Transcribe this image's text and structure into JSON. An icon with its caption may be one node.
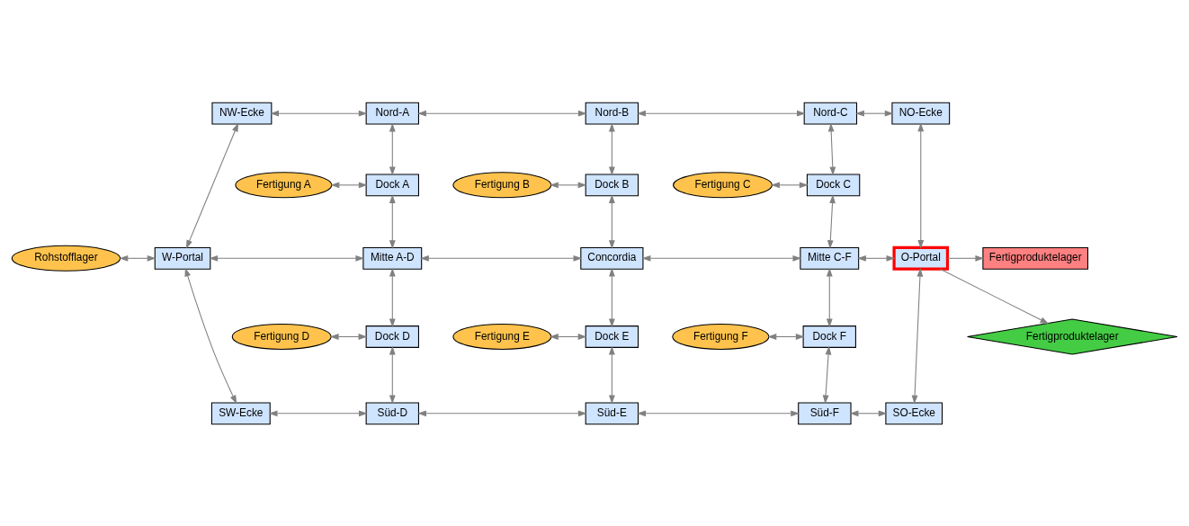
{
  "diagram": {
    "nodes": [
      {
        "text": [
          "NW-Ecke"
        ]
      },
      {
        "text": [
          "Nord-A"
        ]
      },
      {
        "text": [
          "Nord-B"
        ]
      },
      {
        "text": [
          "Nord-C"
        ]
      },
      {
        "text": [
          "NO-Ecke"
        ]
      },
      {
        "text": [
          "Fertigung A"
        ]
      },
      {
        "text": [
          "Dock A"
        ]
      },
      {
        "text": [
          "Fertigung B"
        ]
      },
      {
        "text": [
          "Dock B"
        ]
      },
      {
        "text": [
          "Fertigung C"
        ]
      },
      {
        "text": [
          "Dock C"
        ]
      },
      {
        "text": [
          "Rohstofflager"
        ]
      },
      {
        "text": [
          "W-Portal"
        ]
      },
      {
        "text": [
          "Mitte A-D"
        ]
      },
      {
        "text": [
          "Concordia"
        ]
      },
      {
        "text": [
          "Mitte C-F"
        ]
      },
      {
        "text": [
          "O-Portal"
        ]
      },
      {
        "text": [
          "Fertigproduktelager"
        ]
      },
      {
        "text": [
          "Fertigproduktelager"
        ]
      },
      {
        "text": [
          "Fertigung D"
        ]
      },
      {
        "text": [
          "Dock D"
        ]
      },
      {
        "text": [
          "Fertigung E"
        ]
      },
      {
        "text": [
          "Dock E"
        ]
      },
      {
        "text": [
          "Fertigung F"
        ]
      },
      {
        "text": [
          "Dock F"
        ]
      },
      {
        "text": [
          "SW-Ecke"
        ]
      },
      {
        "text": [
          "Süd-D"
        ]
      },
      {
        "text": [
          "Süd-E"
        ]
      },
      {
        "text": [
          "Süd-F"
        ]
      },
      {
        "text": [
          "SO-Ecke"
        ]
      }
    ],
    "edges": [
      {
        "from": 0,
        "to": 1,
        "arrow": "both"
      },
      {
        "from": 1,
        "to": 2,
        "arrow": "both"
      },
      {
        "from": 2,
        "to": 3,
        "arrow": "both"
      },
      {
        "from": 3,
        "to": 4,
        "arrow": "both"
      },
      {
        "from": 0,
        "to": 12,
        "arrow": "both"
      },
      {
        "from": 1,
        "to": 6,
        "arrow": "both"
      },
      {
        "from": 2,
        "to": 8,
        "arrow": "both"
      },
      {
        "from": 3,
        "to": 10,
        "arrow": "both"
      },
      {
        "from": 4,
        "to": 16,
        "arrow": "both"
      },
      {
        "from": 5,
        "to": 6,
        "arrow": "both"
      },
      {
        "from": 7,
        "to": 8,
        "arrow": "both"
      },
      {
        "from": 9,
        "to": 10,
        "arrow": "both"
      },
      {
        "from": 6,
        "to": 13,
        "arrow": "both"
      },
      {
        "from": 8,
        "to": 14,
        "arrow": "both"
      },
      {
        "from": 10,
        "to": 15,
        "arrow": "both"
      },
      {
        "from": 11,
        "to": 12,
        "arrow": "both"
      },
      {
        "from": 12,
        "to": 13,
        "arrow": "both"
      },
      {
        "from": 13,
        "to": 14,
        "arrow": "both"
      },
      {
        "from": 14,
        "to": 15,
        "arrow": "both"
      },
      {
        "from": 15,
        "to": 16,
        "arrow": "both"
      },
      {
        "from": 16,
        "to": 17,
        "arrow": "to"
      },
      {
        "from": 16,
        "to": 18,
        "arrow": "to"
      },
      {
        "from": 12,
        "to": 25,
        "arrow": "both"
      },
      {
        "from": 13,
        "to": 20,
        "arrow": "both"
      },
      {
        "from": 14,
        "to": 22,
        "arrow": "both"
      },
      {
        "from": 15,
        "to": 24,
        "arrow": "both"
      },
      {
        "from": 16,
        "to": 29,
        "arrow": "both"
      },
      {
        "from": 19,
        "to": 20,
        "arrow": "both"
      },
      {
        "from": 21,
        "to": 22,
        "arrow": "both"
      },
      {
        "from": 23,
        "to": 24,
        "arrow": "both"
      },
      {
        "from": 20,
        "to": 26,
        "arrow": "both"
      },
      {
        "from": 22,
        "to": 27,
        "arrow": "both"
      },
      {
        "from": 24,
        "to": 28,
        "arrow": "both"
      },
      {
        "from": 25,
        "to": 26,
        "arrow": "both"
      },
      {
        "from": 26,
        "to": 27,
        "arrow": "both"
      },
      {
        "from": 27,
        "to": 28,
        "arrow": "both"
      },
      {
        "from": 28,
        "to": 29,
        "arrow": "both"
      }
    ]
  }
}
